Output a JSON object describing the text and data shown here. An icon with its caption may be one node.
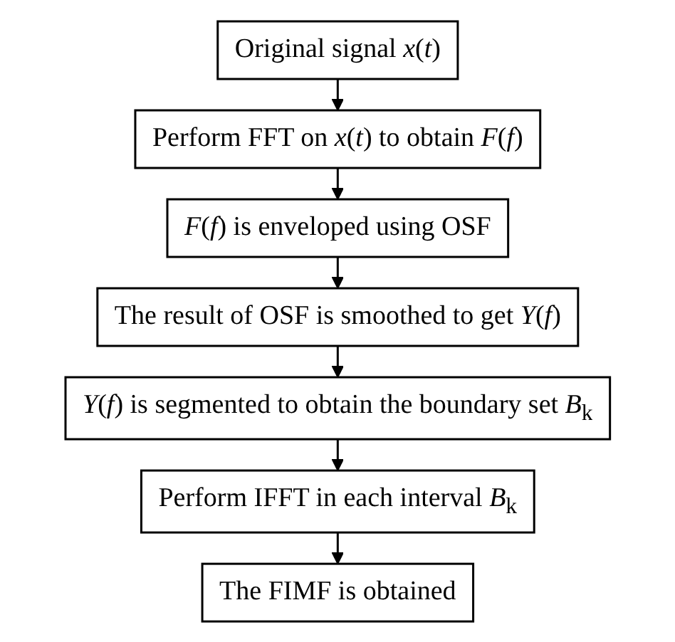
{
  "diagram": {
    "nodes": [
      {
        "text": [
          "Original signal *x*(*t*)"
        ]
      },
      {
        "text": [
          "Perform FFT on *x*(*t*) to obtain *F*(*f*)"
        ]
      },
      {
        "text": [
          "*F*(*f*) is enveloped using OSF"
        ]
      },
      {
        "text": [
          "The result of OSF is smoothed to get *Y*(*f*)"
        ]
      },
      {
        "text": [
          "*Y*(*f*) is segmented to obtain the boundary set *B*$_{k}$"
        ]
      },
      {
        "text": [
          "Perform IFFT in each interval *B*$_{k}$"
        ]
      },
      {
        "text": [
          "The FIMF is obtained"
        ]
      }
    ],
    "edges": [
      {
        "from": 0,
        "to": 1,
        "arrow": "to"
      },
      {
        "from": 1,
        "to": 2,
        "arrow": "to"
      },
      {
        "from": 2,
        "to": 3,
        "arrow": "to"
      },
      {
        "from": 3,
        "to": 4,
        "arrow": "to"
      },
      {
        "from": 4,
        "to": 5,
        "arrow": "to"
      },
      {
        "from": 5,
        "to": 6,
        "arrow": "to"
      }
    ]
  }
}
